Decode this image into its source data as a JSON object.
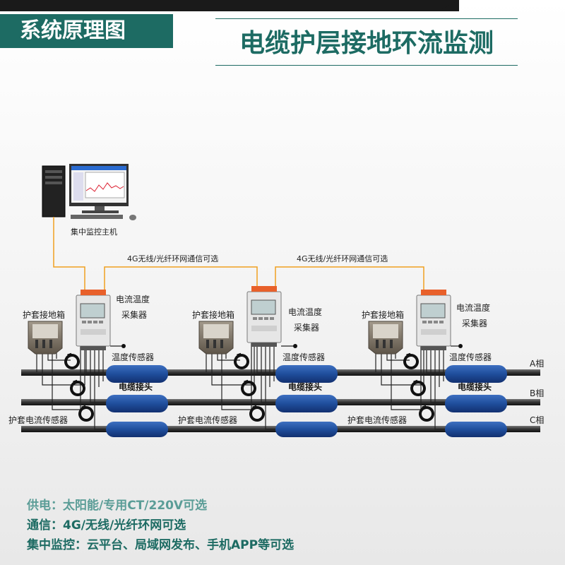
{
  "header": {
    "system_title": "系统原理图",
    "main_title": "电缆护层接地环流监测"
  },
  "diagram": {
    "host_label": "集中监控主机",
    "comm_label_1": "4G无线/光纤环网通信可选",
    "comm_label_2": "4G无线/光纤环网通信可选",
    "collector_label_line1": "电流温度",
    "collector_label_line2": "采集器",
    "grounding_box_label": "护套接地箱",
    "temp_sensor_label": "温度传感器",
    "joint_label": "电缆接头",
    "sheath_current_sensor_label": "护套电流传感器",
    "phase_a": "A相",
    "phase_b": "B相",
    "phase_c": "C相"
  },
  "footer": {
    "power": "供电：太阳能/专用CT/220V可选",
    "comm": "通信：4G/无线/光纤环网可选",
    "monitor": "集中监控：云平台、局域网发布、手机APP等可选"
  },
  "colors": {
    "teal": "#1d6b63",
    "cable": "#3a3a3a",
    "joint": "#1f4e9c",
    "comm_line": "#f0a020",
    "terminal": "#e8602a"
  }
}
